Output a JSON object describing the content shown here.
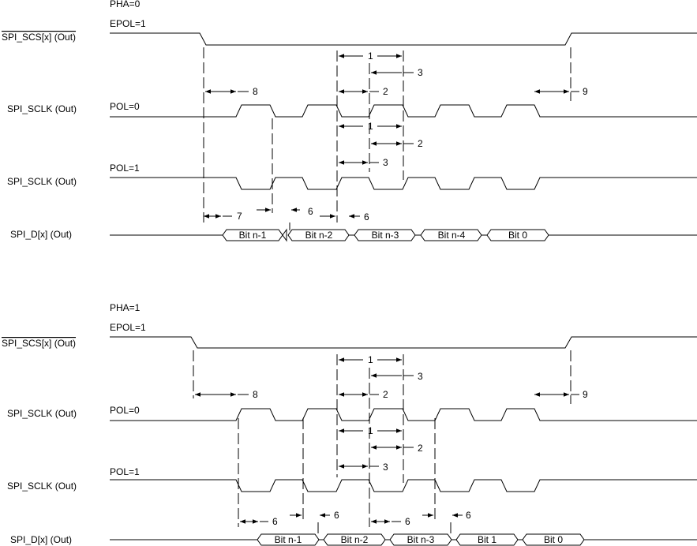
{
  "top": {
    "pha": "PHA=0",
    "epol": "EPOL=1",
    "pol0": "POL=0",
    "pol1": "POL=1",
    "bits": [
      "Bit n-1",
      "Bit n-2",
      "Bit n-3",
      "Bit n-4",
      "Bit 0"
    ]
  },
  "bottom": {
    "pha": "PHA=1",
    "epol": "EPOL=1",
    "pol0": "POL=0",
    "pol1": "POL=1",
    "bits": [
      "Bit n-1",
      "Bit n-2",
      "Bit n-3",
      "Bit 1",
      "Bit 0"
    ]
  },
  "signals": {
    "scs": "SPI_SCS[x] (Out)",
    "sclk": "SPI_SCLK (Out)",
    "data": "SPI_D[x]  (Out)"
  },
  "timing_labels": {
    "t1": "1",
    "t2": "2",
    "t3": "3",
    "t6": "6",
    "t7": "7",
    "t8": "8",
    "t9": "9"
  }
}
